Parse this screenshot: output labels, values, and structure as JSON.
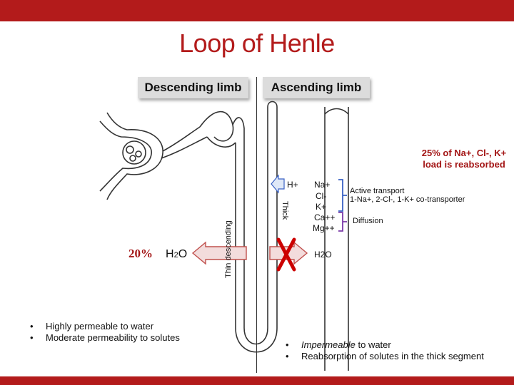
{
  "title": "Loop of Henle",
  "limbs": {
    "descending": "Descending limb",
    "ascending": "Ascending limb"
  },
  "labels": {
    "thin_descending": "Thin descending",
    "thick": "Thick",
    "h_plus": "H+",
    "percent": "20%",
    "h2o_left_main": "H",
    "h2o_left_sub": "2",
    "h2o_left_end": "O",
    "h2o_right": "H2O",
    "ions": [
      "Na+",
      "Cl-",
      "K+",
      "Ca++",
      "Mg++"
    ],
    "note": "25% of Na+, Cl-, K+ load is reabsorbed",
    "active_transport_line1": "Active transport",
    "active_transport_line2": "1-Na+, 2-Cl-, 1-K+ co-transporter",
    "diffusion": "Diffusion"
  },
  "bullets_left": [
    "Highly permeable to water",
    "Moderate permeability to solutes"
  ],
  "bullets_right": {
    "first_emph": "Impermeable",
    "first_rest": " to water",
    "second": "Reabsorption of solutes in the thick segment"
  },
  "colors": {
    "accent": "#b31b1b",
    "arrow_fill": "#f3dcdc",
    "arrow_stroke": "#c0504d",
    "cross": "#cc0000",
    "bracket_blue": "#3a62c4",
    "bracket_purple": "#7a3aa8"
  }
}
